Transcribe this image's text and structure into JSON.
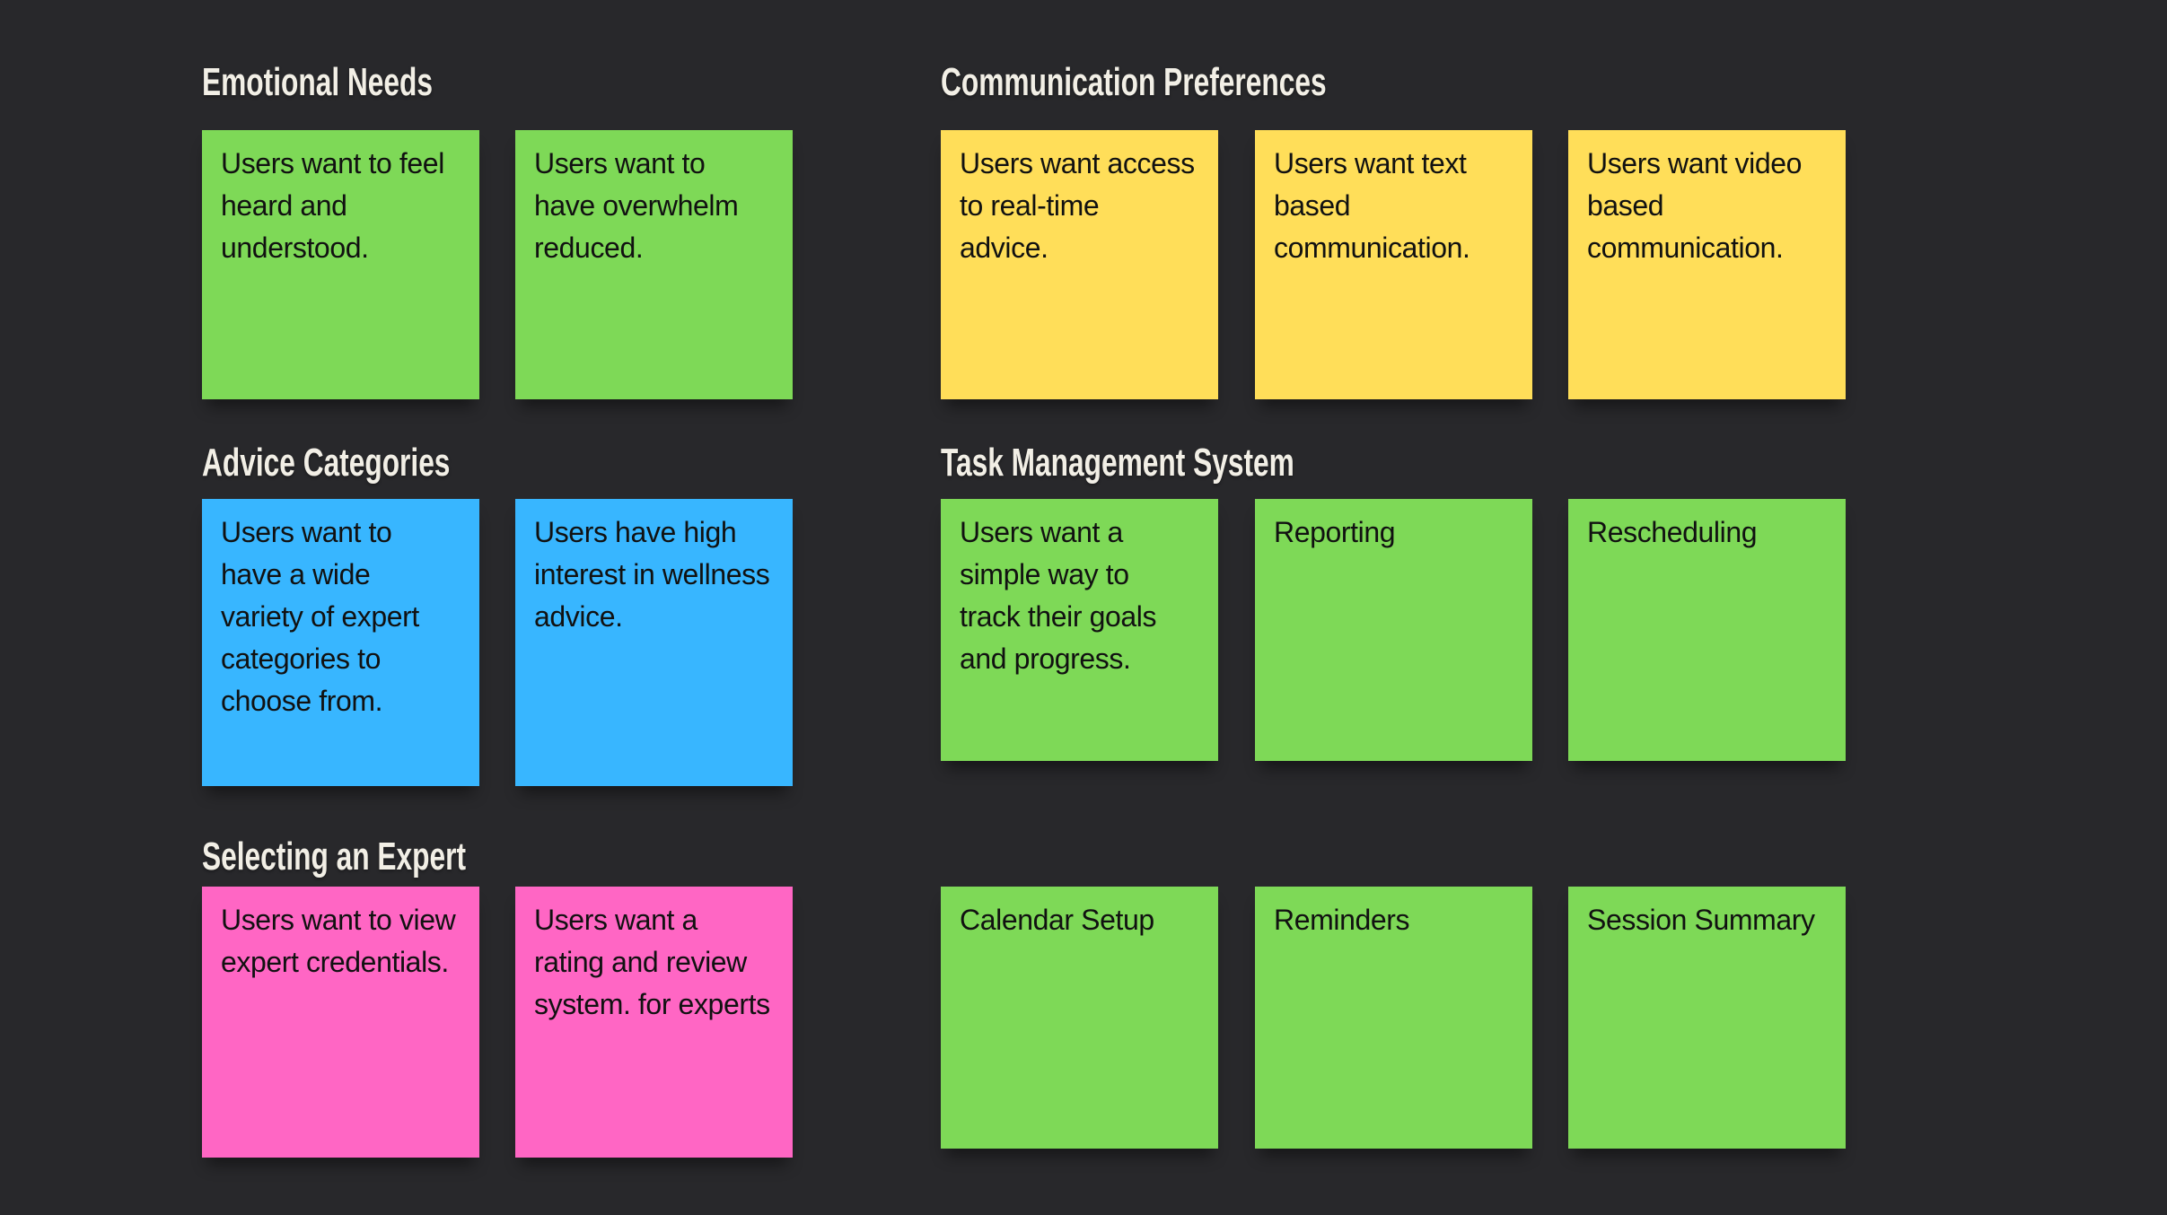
{
  "canvas": {
    "background_color": "#28282b",
    "heading_text_color": "#f2efe6",
    "note_text_color": "#111111"
  },
  "sections": [
    {
      "title": "Emotional Needs",
      "note_color": "#7ED957",
      "notes": [
        "Users want to feel\nheard and\nunderstood.",
        "Users want to\nhave overwhelm\nreduced."
      ]
    },
    {
      "title": "Communication Preferences",
      "note_color": "#FFDE59",
      "notes": [
        "Users want access\nto real-time\nadvice.",
        "Users want text\nbased\ncommunication.",
        "Users want video\nbased\ncommunication."
      ]
    },
    {
      "title": "Advice Categories",
      "note_color": "#38B6FF",
      "notes": [
        "Users want to\nhave a wide\nvariety of expert\ncategories to\nchoose from.",
        "Users have high\ninterest in wellness\nadvice."
      ]
    },
    {
      "title": "Task Management System",
      "note_color": "#7ED957",
      "notes": [
        "Users want a\nsimple way to\ntrack their goals\nand progress.",
        "Reporting",
        "Rescheduling"
      ]
    },
    {
      "title": "Selecting an Expert",
      "note_color": "#FF66C4",
      "notes": [
        "Users want to view\nexpert credentials.",
        "Users want a\nrating and review\nsystem. for experts"
      ]
    },
    {
      "title": "",
      "note_color": "#7ED957",
      "notes": [
        "Calendar Setup",
        "Reminders",
        "Session Summary"
      ]
    }
  ]
}
